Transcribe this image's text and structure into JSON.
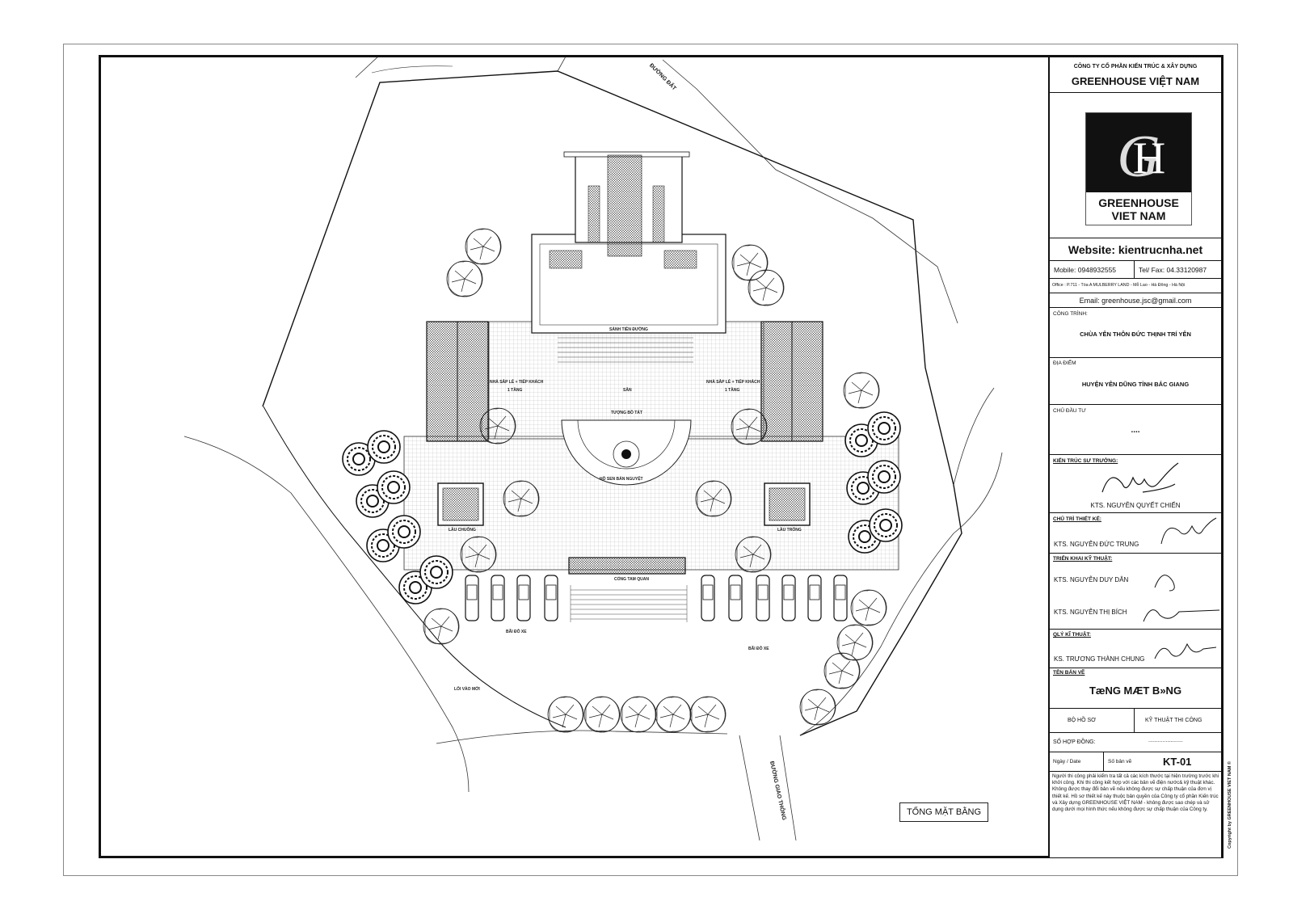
{
  "plan": {
    "title": "TỔNG MẶT BẰNG",
    "roads": {
      "dirt_road": "ĐƯỜNG ĐẤT",
      "traffic_road": "ĐƯỜNG GIAO THÔNG"
    },
    "labels": {
      "hall": "SẢNH TIỀN ĐƯỜNG",
      "yard": "SÂN",
      "statue": "TƯỢNG BỒ TÁT",
      "left_house": "NHÀ SẮP LỄ + TIẾP KHÁCH",
      "right_house": "NHÀ SẮP LỄ + TIẾP KHÁCH",
      "floors_left": "1 TẦNG",
      "floors_right": "1 TẦNG",
      "lotus_pond": "HỒ SEN BÁN NGUYỆT",
      "bell_tower": "LẦU CHUÔNG",
      "drum_tower": "LẦU TRỐNG",
      "gate": "CỔNG TAM QUAN",
      "parking_left": "BÃI ĐỖ XE",
      "parking_right": "BÃI ĐỖ XE",
      "new_entrance": "LỐI VÀO MỚI"
    }
  },
  "title_block": {
    "company_line": "CÔNG TY CỔ PHẦN KIẾN TRÚC & XÂY DỰNG",
    "company_name": "GREENHOUSE VIỆT NAM",
    "logo_text_1": "GREENHOUSE",
    "logo_text_2": "VIET NAM",
    "website": "Website: kientrucnha.net",
    "mobile": "Mobile: 0948932555",
    "tel": "Tel/ Fax: 04.33120987",
    "office": "Office : P.711 - Tòa A MULBERRY LAND - Mỗ Lao - Hà Đông - Hà Nội",
    "email": "Email: greenhouse.jsc@gmail.com",
    "project_caption": "CÔNG TRÌNH:",
    "project": "CHÙA  YÊN THÔN ĐỨC THỊNH TRÍ YÊN",
    "location_caption": "ĐỊA ĐIỂM",
    "location": "HUYỆN YÊN DŨNG TỈNH BẮC GIANG",
    "investor_caption": "CHỦ ĐẦU TƯ",
    "investor": "....",
    "chief_architect_caption": "KIẾN TRÚC SƯ TRƯỞNG:",
    "chief_architect": "KTS. NGUYỄN QUYẾT CHIẾN",
    "lead_design_caption": "CHỦ TRÌ THIẾT KẾ:",
    "lead_design": "KTS. NGUYỄN ĐỨC TRUNG",
    "tech_caption": "TRIỂN KHAI KỸ THUẬT:",
    "tech_1": "KTS. NGUYỄN DUY DÂN",
    "tech_2": "KTS. NGUYỄN THỊ BÍCH",
    "qc_caption": "QLÝ KĨ THUẬT:",
    "qc": "KS. TRƯƠNG THÀNH CHUNG",
    "drawing_caption": "TÊN BẢN VẼ",
    "drawing_name": "TæNG MÆT B»NG",
    "set_label": "BỘ HỒ SƠ",
    "set_value": "KỸ THUẬT THI CÔNG",
    "contract_label": "SỐ HỢP ĐỒNG:",
    "contract_value": "......................",
    "date_label": "Ngày / Date",
    "sheet_label": "Số bản vẽ",
    "sheet_no": "KT-01",
    "notes": "Người thi công phải kiểm tra tất cả các kích thước tại hiện trường trước khi khởi công. Khi thi công kết hợp với các bản vẽ điện nước& kỹ thuật khác. Không được thay đổi bản vẽ nếu không được sự chấp thuận của đơn vị thiết kế. Hồ sơ thiết kế này thuộc bản quyền của Công ty cổ phần Kiến trúc và Xây dựng GREENHOUSE VIỆT NAM - không được sao chép và sử dụng dưới mọi hình thức nếu không được sự chấp thuận của Công ty.",
    "copyright": "Copyright by GREENHOUSE VIET NAM ©"
  }
}
